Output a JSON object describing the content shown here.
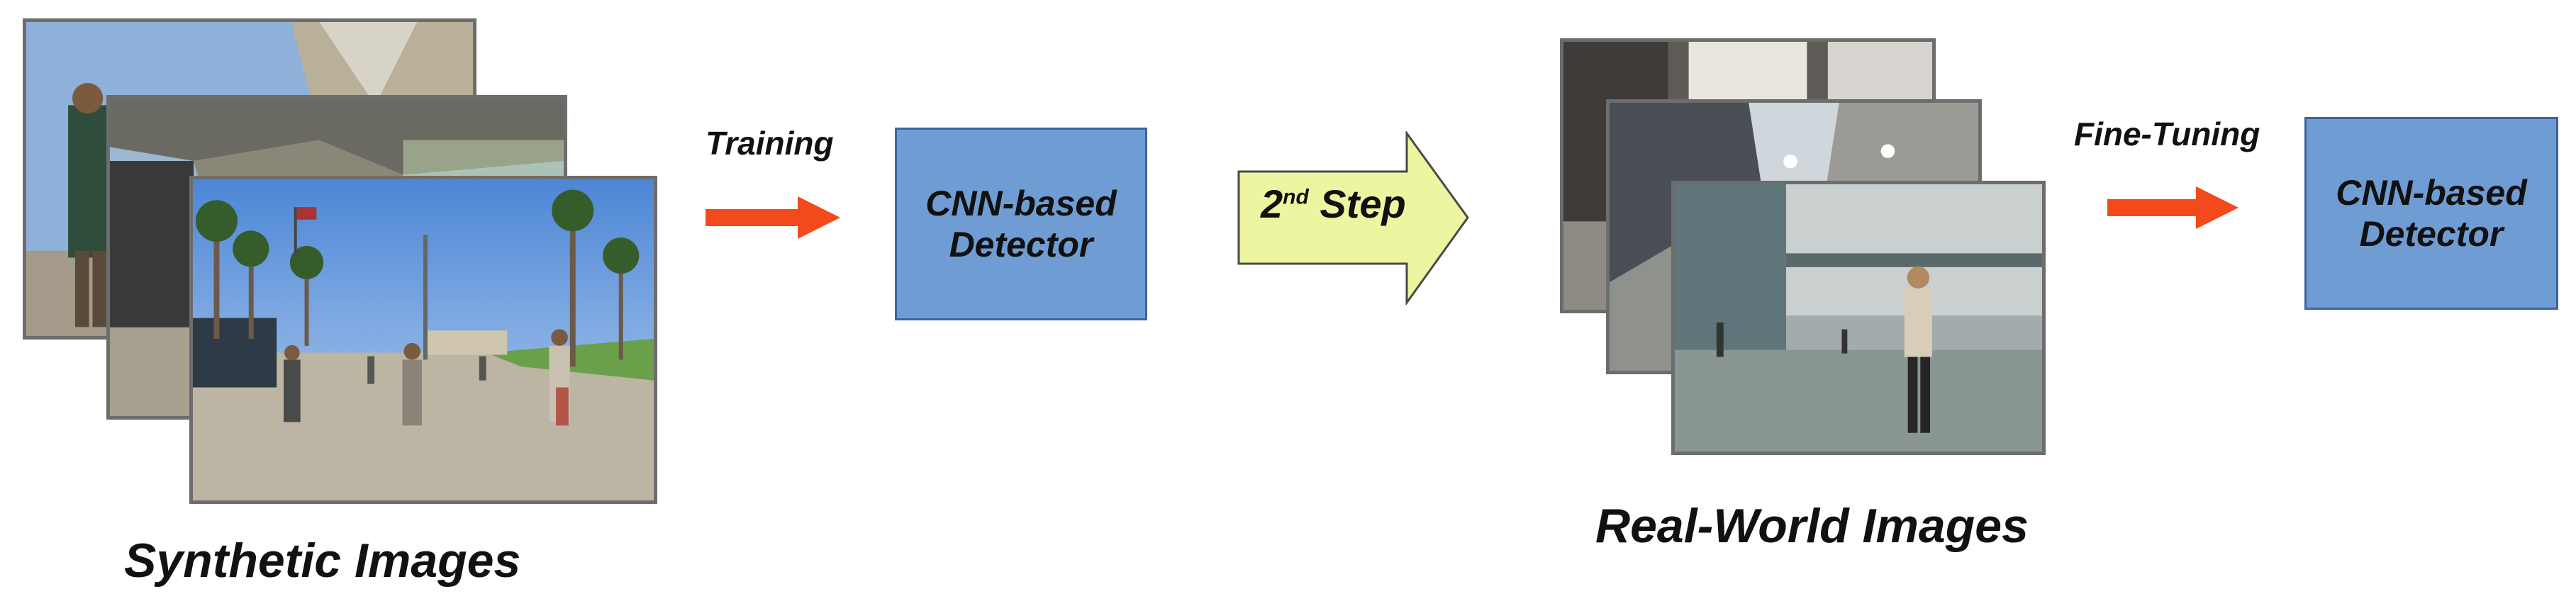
{
  "left_group": {
    "caption": "Synthetic Images",
    "training_label": "Training",
    "detector_line1": "CNN-based",
    "detector_line2": "Detector"
  },
  "step": {
    "number": "2",
    "superscript": "nd",
    "word": "Step"
  },
  "right_group": {
    "caption": "Real-World Images",
    "finetune_label": "Fine-Tuning",
    "detector_line1": "CNN-based",
    "detector_line2": "Detector"
  },
  "colors": {
    "detector_fill": "#6f9dd3",
    "detector_border": "#3d64a0",
    "arrow_red": "#f24a1a",
    "step_arrow_fill": "#eef5a0",
    "frame_gray": "#6d6d6d"
  }
}
